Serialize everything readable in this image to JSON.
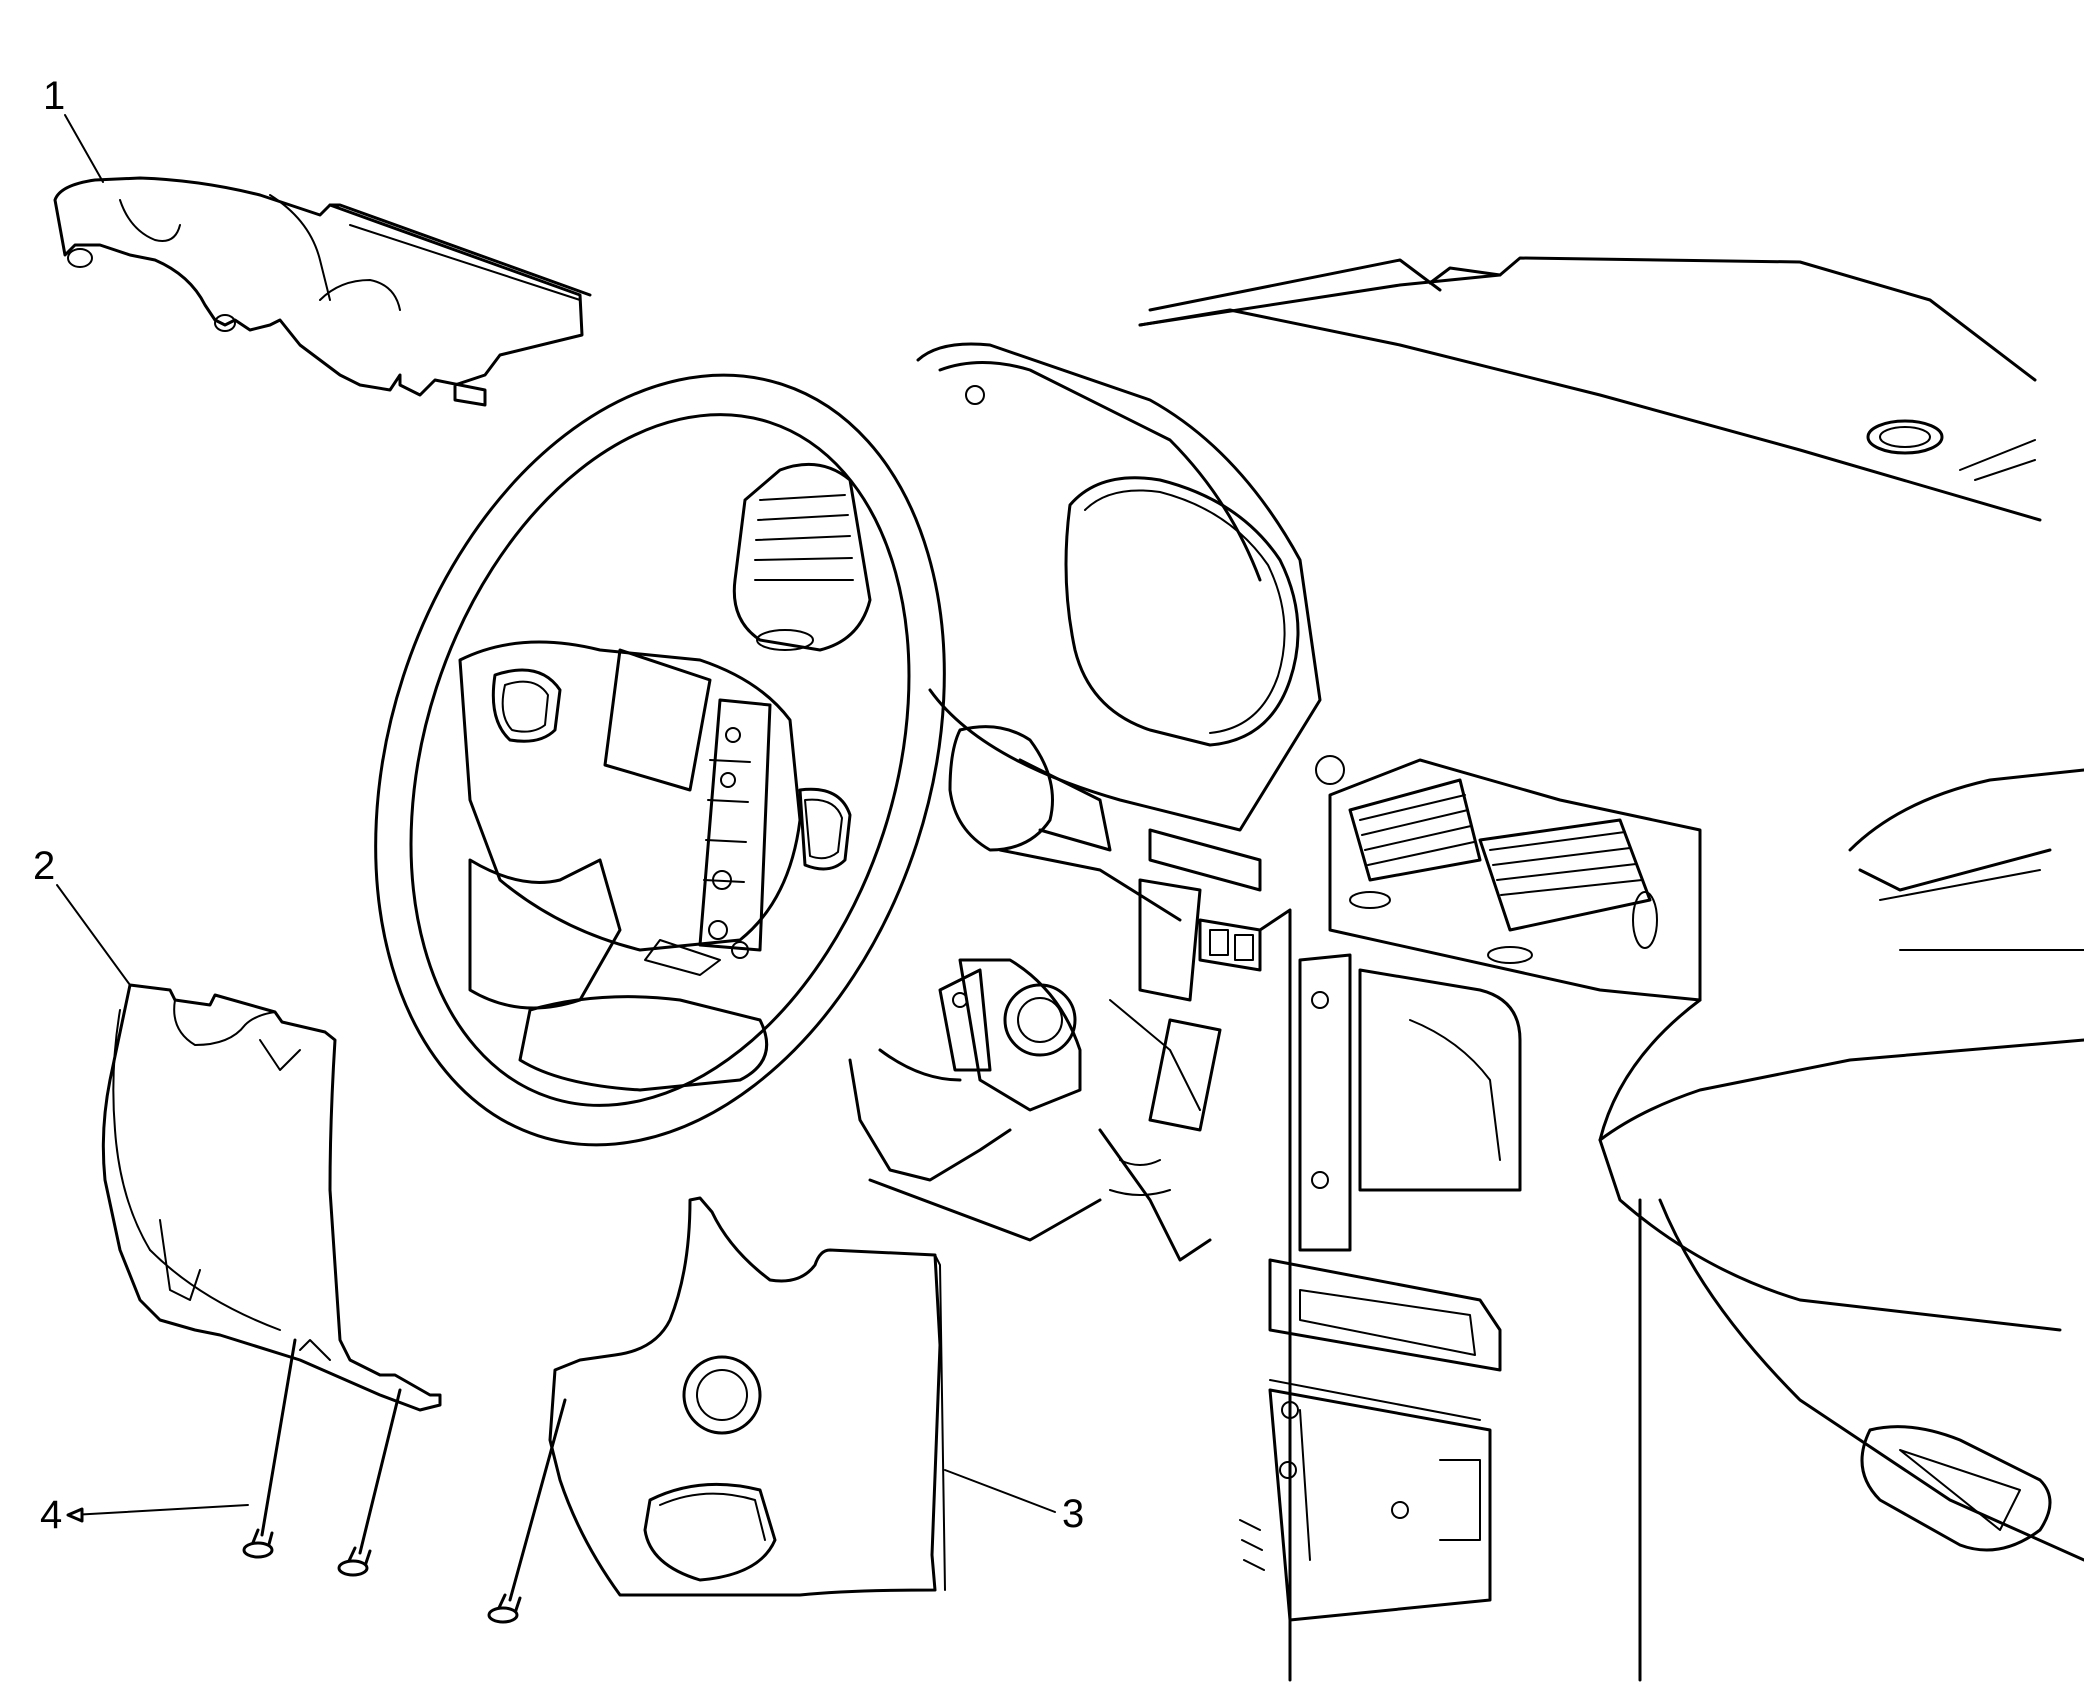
{
  "callouts": {
    "one": "1",
    "two": "2",
    "three": "3",
    "four": "4"
  },
  "colors": {
    "line": "#000000",
    "background": "#ffffff"
  }
}
